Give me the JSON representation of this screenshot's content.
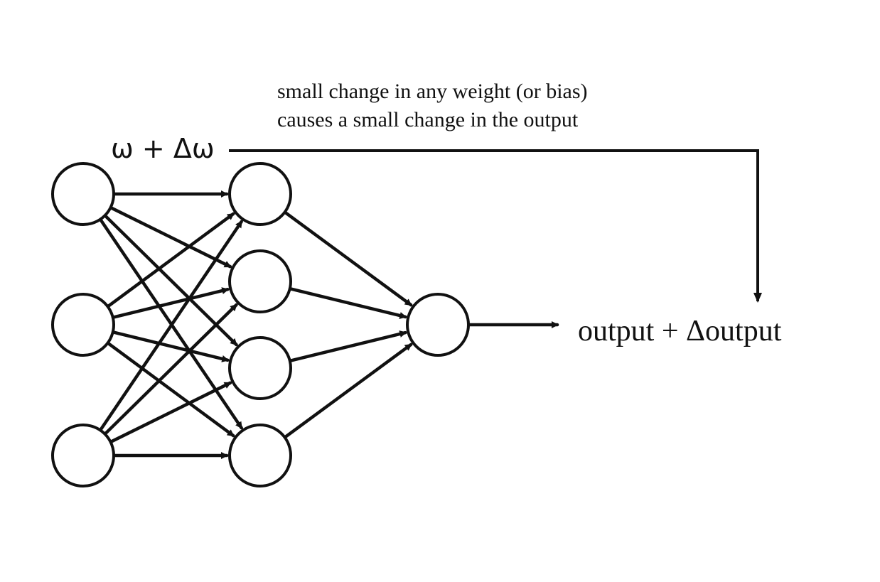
{
  "caption": {
    "line1": "small change in any weight (or bias)",
    "line2": "causes a small change in the output"
  },
  "weight_label": "ω + Δω",
  "output_label": "output + Δoutput",
  "network": {
    "layers": [
      {
        "name": "input",
        "count": 3
      },
      {
        "name": "hidden",
        "count": 4
      },
      {
        "name": "output",
        "count": 1
      }
    ],
    "connectivity": "fully-connected"
  },
  "colors": {
    "stroke": "#111111",
    "background": "#ffffff"
  }
}
